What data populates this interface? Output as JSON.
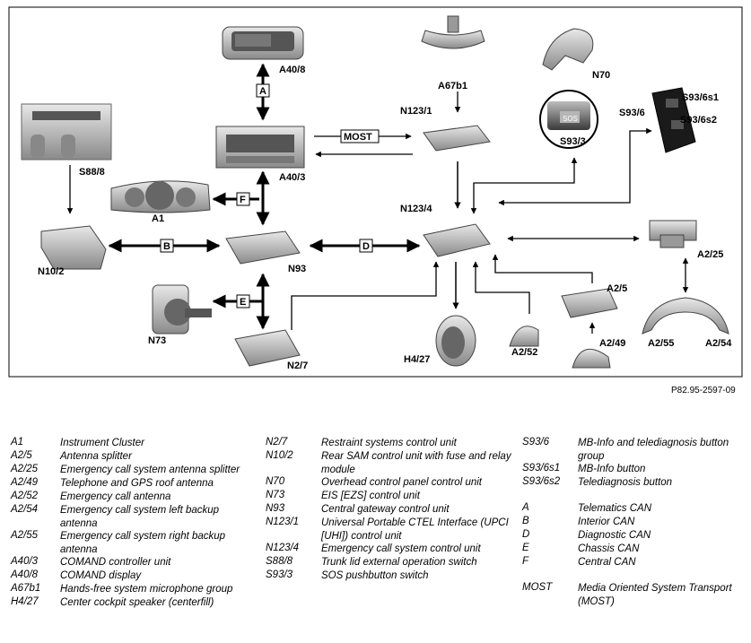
{
  "labels": {
    "A40_8": "A40/8",
    "A67b1": "A67b1",
    "N70": "N70",
    "N123_1": "N123/1",
    "S93_6": "S93/6",
    "S93_6s1": "S93/6s1",
    "S93_6s2": "S93/6s2",
    "S93_3": "S93/3",
    "sos": "SOS",
    "S88_8": "S88/8",
    "A40_3": "A40/3",
    "A1": "A1",
    "N123_4": "N123/4",
    "N10_2": "N10/2",
    "N93": "N93",
    "A2_25": "A2/25",
    "A2_5": "A2/5",
    "N73": "N73",
    "N2_7": "N2/7",
    "H4_27": "H4/27",
    "A2_52": "A2/52",
    "A2_49": "A2/49",
    "A2_55": "A2/55",
    "A2_54": "A2/54"
  },
  "bus": {
    "A": "A",
    "B": "B",
    "D": "D",
    "E": "E",
    "F": "F",
    "MOST": "MOST"
  },
  "reference": "P82.95-2597-09",
  "legend": {
    "col1": [
      {
        "code": "A1",
        "desc": "Instrument Cluster"
      },
      {
        "code": "A2/5",
        "desc": "Antenna splitter"
      },
      {
        "code": "A2/25",
        "desc": "Emergency call system antenna splitter"
      },
      {
        "code": "A2/49",
        "desc": "Telephone and GPS roof antenna"
      },
      {
        "code": "A2/52",
        "desc": "Emergency call antenna"
      },
      {
        "code": "A2/54",
        "desc": "Emergency call system left backup antenna"
      },
      {
        "code": "A2/55",
        "desc": "Emergency call system right backup antenna"
      },
      {
        "code": "A40/3",
        "desc": "COMAND controller unit"
      },
      {
        "code": "A40/8",
        "desc": "COMAND display"
      },
      {
        "code": "A67b1",
        "desc": "Hands-free system microphone group"
      },
      {
        "code": "H4/27",
        "desc": "Center cockpit speaker (centerfill)"
      }
    ],
    "col2": [
      {
        "code": "N2/7",
        "desc": "Restraint systems control unit"
      },
      {
        "code": "N10/2",
        "desc": "Rear SAM control unit with fuse and relay module"
      },
      {
        "code": "N70",
        "desc": "Overhead control panel control unit"
      },
      {
        "code": "N73",
        "desc": "EIS [EZS] control unit"
      },
      {
        "code": "N93",
        "desc": "Central gateway control unit"
      },
      {
        "code": "N123/1",
        "desc": "Universal Portable CTEL Interface (UPCI [UHI]) control unit"
      },
      {
        "code": "N123/4",
        "desc": "Emergency call system control unit"
      },
      {
        "code": "S88/8",
        "desc": "Trunk lid external operation switch"
      },
      {
        "code": "S93/3",
        "desc": "SOS pushbutton switch"
      }
    ],
    "col3": [
      {
        "code": "S93/6",
        "desc": "MB-Info and telediagnosis button group"
      },
      {
        "code": "S93/6s1",
        "desc": "MB-Info button"
      },
      {
        "code": "S93/6s2",
        "desc": "Telediagnosis button"
      },
      {
        "code": "A",
        "desc": "Telematics CAN"
      },
      {
        "code": "B",
        "desc": "Interior CAN"
      },
      {
        "code": "D",
        "desc": "Diagnostic CAN"
      },
      {
        "code": "E",
        "desc": "Chassis CAN"
      },
      {
        "code": "F",
        "desc": "Central CAN"
      },
      {
        "code": "MOST",
        "desc": "Media Oriented System Transport (MOST)"
      }
    ]
  }
}
